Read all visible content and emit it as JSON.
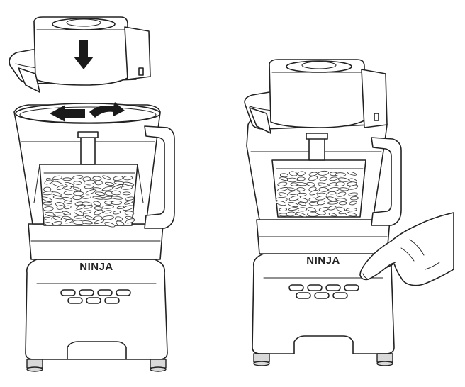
{
  "figure": {
    "panels": [
      {
        "id": "assembly-step",
        "brand_label": "NINJA"
      },
      {
        "id": "operation-step",
        "brand_label": "NINJA"
      }
    ]
  },
  "colors": {
    "line": "#222222",
    "arrow": "#1a1a1a",
    "background": "#ffffff"
  }
}
